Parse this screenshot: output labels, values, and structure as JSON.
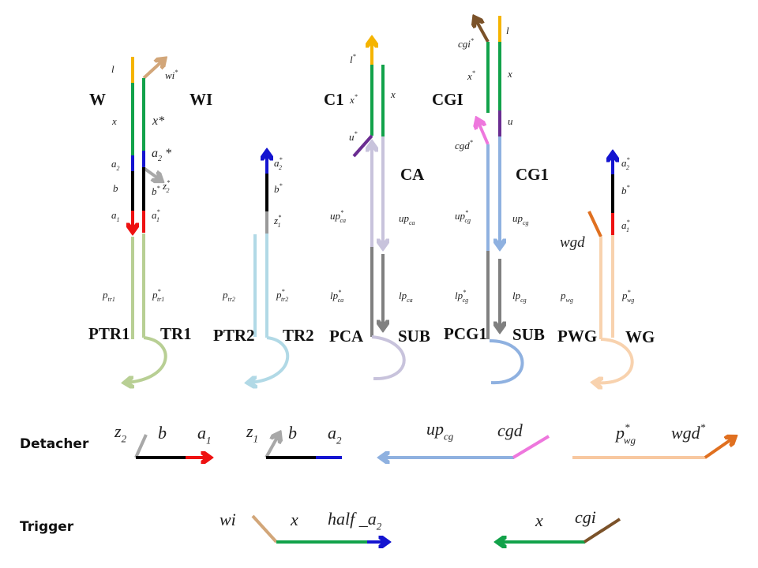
{
  "labels": {
    "W_l": {
      "t": "l"
    },
    "W_wi": {
      "t": "wi",
      "sup": "*"
    },
    "W_name": {
      "t": "W"
    },
    "WI_name": {
      "t": "WI"
    },
    "W_x": {
      "t": "x"
    },
    "WI_x": {
      "t": "x*"
    },
    "W_a2": {
      "t": "a",
      "sub": "2"
    },
    "WI_a2": {
      "t": "a",
      "sub": "2",
      "tail": " *"
    },
    "W_b": {
      "t": "b"
    },
    "WI_b": {
      "t": "b",
      "sup": "*"
    },
    "WI_z2": {
      "t": "z",
      "sub": "2",
      "sup": "*"
    },
    "W_a1": {
      "t": "a",
      "sub": "1"
    },
    "WI_a1": {
      "t": "a",
      "sub": "1",
      "sup": "*"
    },
    "PTR1_p": {
      "t": "p",
      "sub": "tr1"
    },
    "TR1_p": {
      "t": "p",
      "sub": "tr1",
      "sup": "*"
    },
    "PTR1_name": {
      "t": "PTR1"
    },
    "TR1_name": {
      "t": "TR1"
    },
    "TR2_a2": {
      "t": "a",
      "sub": "2",
      "sup": "*"
    },
    "TR2_b": {
      "t": "b",
      "sup": "*"
    },
    "TR2_z1": {
      "t": "z",
      "sub": "1",
      "sup": "*"
    },
    "PTR2_p": {
      "t": "p",
      "sub": "tr2"
    },
    "TR2_p": {
      "t": "p",
      "sub": "tr2",
      "sup": "*"
    },
    "PTR2_name": {
      "t": "PTR2"
    },
    "TR2_name": {
      "t": "TR2"
    },
    "C1_l": {
      "t": "l",
      "sup": "*"
    },
    "C1_name": {
      "t": "C1"
    },
    "C1_x": {
      "t": "x",
      "sup": "*"
    },
    "CA_x": {
      "t": "x"
    },
    "C1_u": {
      "t": "u",
      "sup": "*"
    },
    "CA_name": {
      "t": "CA"
    },
    "C1_up": {
      "t": "up",
      "sub": "ca",
      "sup": "*"
    },
    "CA_up": {
      "t": "up",
      "sub": "ca"
    },
    "PCA_lp": {
      "t": "lp",
      "sub": "ca",
      "sup": "*"
    },
    "SUB1_lp": {
      "t": "lp",
      "sub": "ca"
    },
    "PCA_name": {
      "t": "PCA"
    },
    "SUB1_name": {
      "t": "SUB"
    },
    "CGI_cgi": {
      "t": "cgi",
      "sup": "*"
    },
    "CG1_l": {
      "t": "l"
    },
    "CGI_x": {
      "t": "x",
      "sup": "*"
    },
    "CG1_x": {
      "t": "x"
    },
    "CGI_name": {
      "t": "CGI"
    },
    "CG1_u": {
      "t": "u"
    },
    "CGI_cgd": {
      "t": "cgd",
      "sup": "*"
    },
    "CG1_name": {
      "t": "CG1"
    },
    "CGI_up": {
      "t": "up",
      "sub": "cg",
      "sup": "*"
    },
    "CG1_up": {
      "t": "up",
      "sub": "cg"
    },
    "PCG1_lp": {
      "t": "lp",
      "sub": "cg",
      "sup": "*"
    },
    "SUB2_lp": {
      "t": "lp",
      "sub": "cg"
    },
    "PCG1_name": {
      "t": "PCG1"
    },
    "SUB2_name": {
      "t": "SUB"
    },
    "WG_a2": {
      "t": "a",
      "sub": "2",
      "sup": "*"
    },
    "WG_b": {
      "t": "b",
      "sup": "*"
    },
    "WG_a1": {
      "t": "a",
      "sub": "1",
      "sup": "*"
    },
    "PWG_wgd": {
      "t": "wgd"
    },
    "PWG_p": {
      "t": "p",
      "sub": "wg"
    },
    "WG_p": {
      "t": "p",
      "sub": "wg",
      "sup": "*"
    },
    "PWG_name": {
      "t": "PWG"
    },
    "WG_name": {
      "t": "WG"
    },
    "row_detacher": {
      "t": "Detacher"
    },
    "D1_z2": {
      "t": "z",
      "sub": "2"
    },
    "D1_b": {
      "t": "b"
    },
    "D1_a1": {
      "t": "a",
      "sub": "1"
    },
    "D2_z1": {
      "t": "z",
      "sub": "1"
    },
    "D2_b": {
      "t": "b"
    },
    "D2_a2": {
      "t": "a",
      "sub": "2"
    },
    "D3_up": {
      "t": "up",
      "sub": "cg"
    },
    "D3_cgd": {
      "t": "cgd"
    },
    "D4_p": {
      "t": "p",
      "sub": "wg",
      "sup": "*"
    },
    "D4_wgd": {
      "t": "wgd",
      "sup": "*"
    },
    "row_trigger": {
      "t": "Trigger"
    },
    "T1_wi": {
      "t": "wi"
    },
    "T1_x": {
      "t": "x"
    },
    "T1_half": {
      "t": "half _a",
      "sub": "2"
    },
    "T2_x": {
      "t": "x"
    },
    "T2_cgi": {
      "t": "cgi"
    }
  }
}
